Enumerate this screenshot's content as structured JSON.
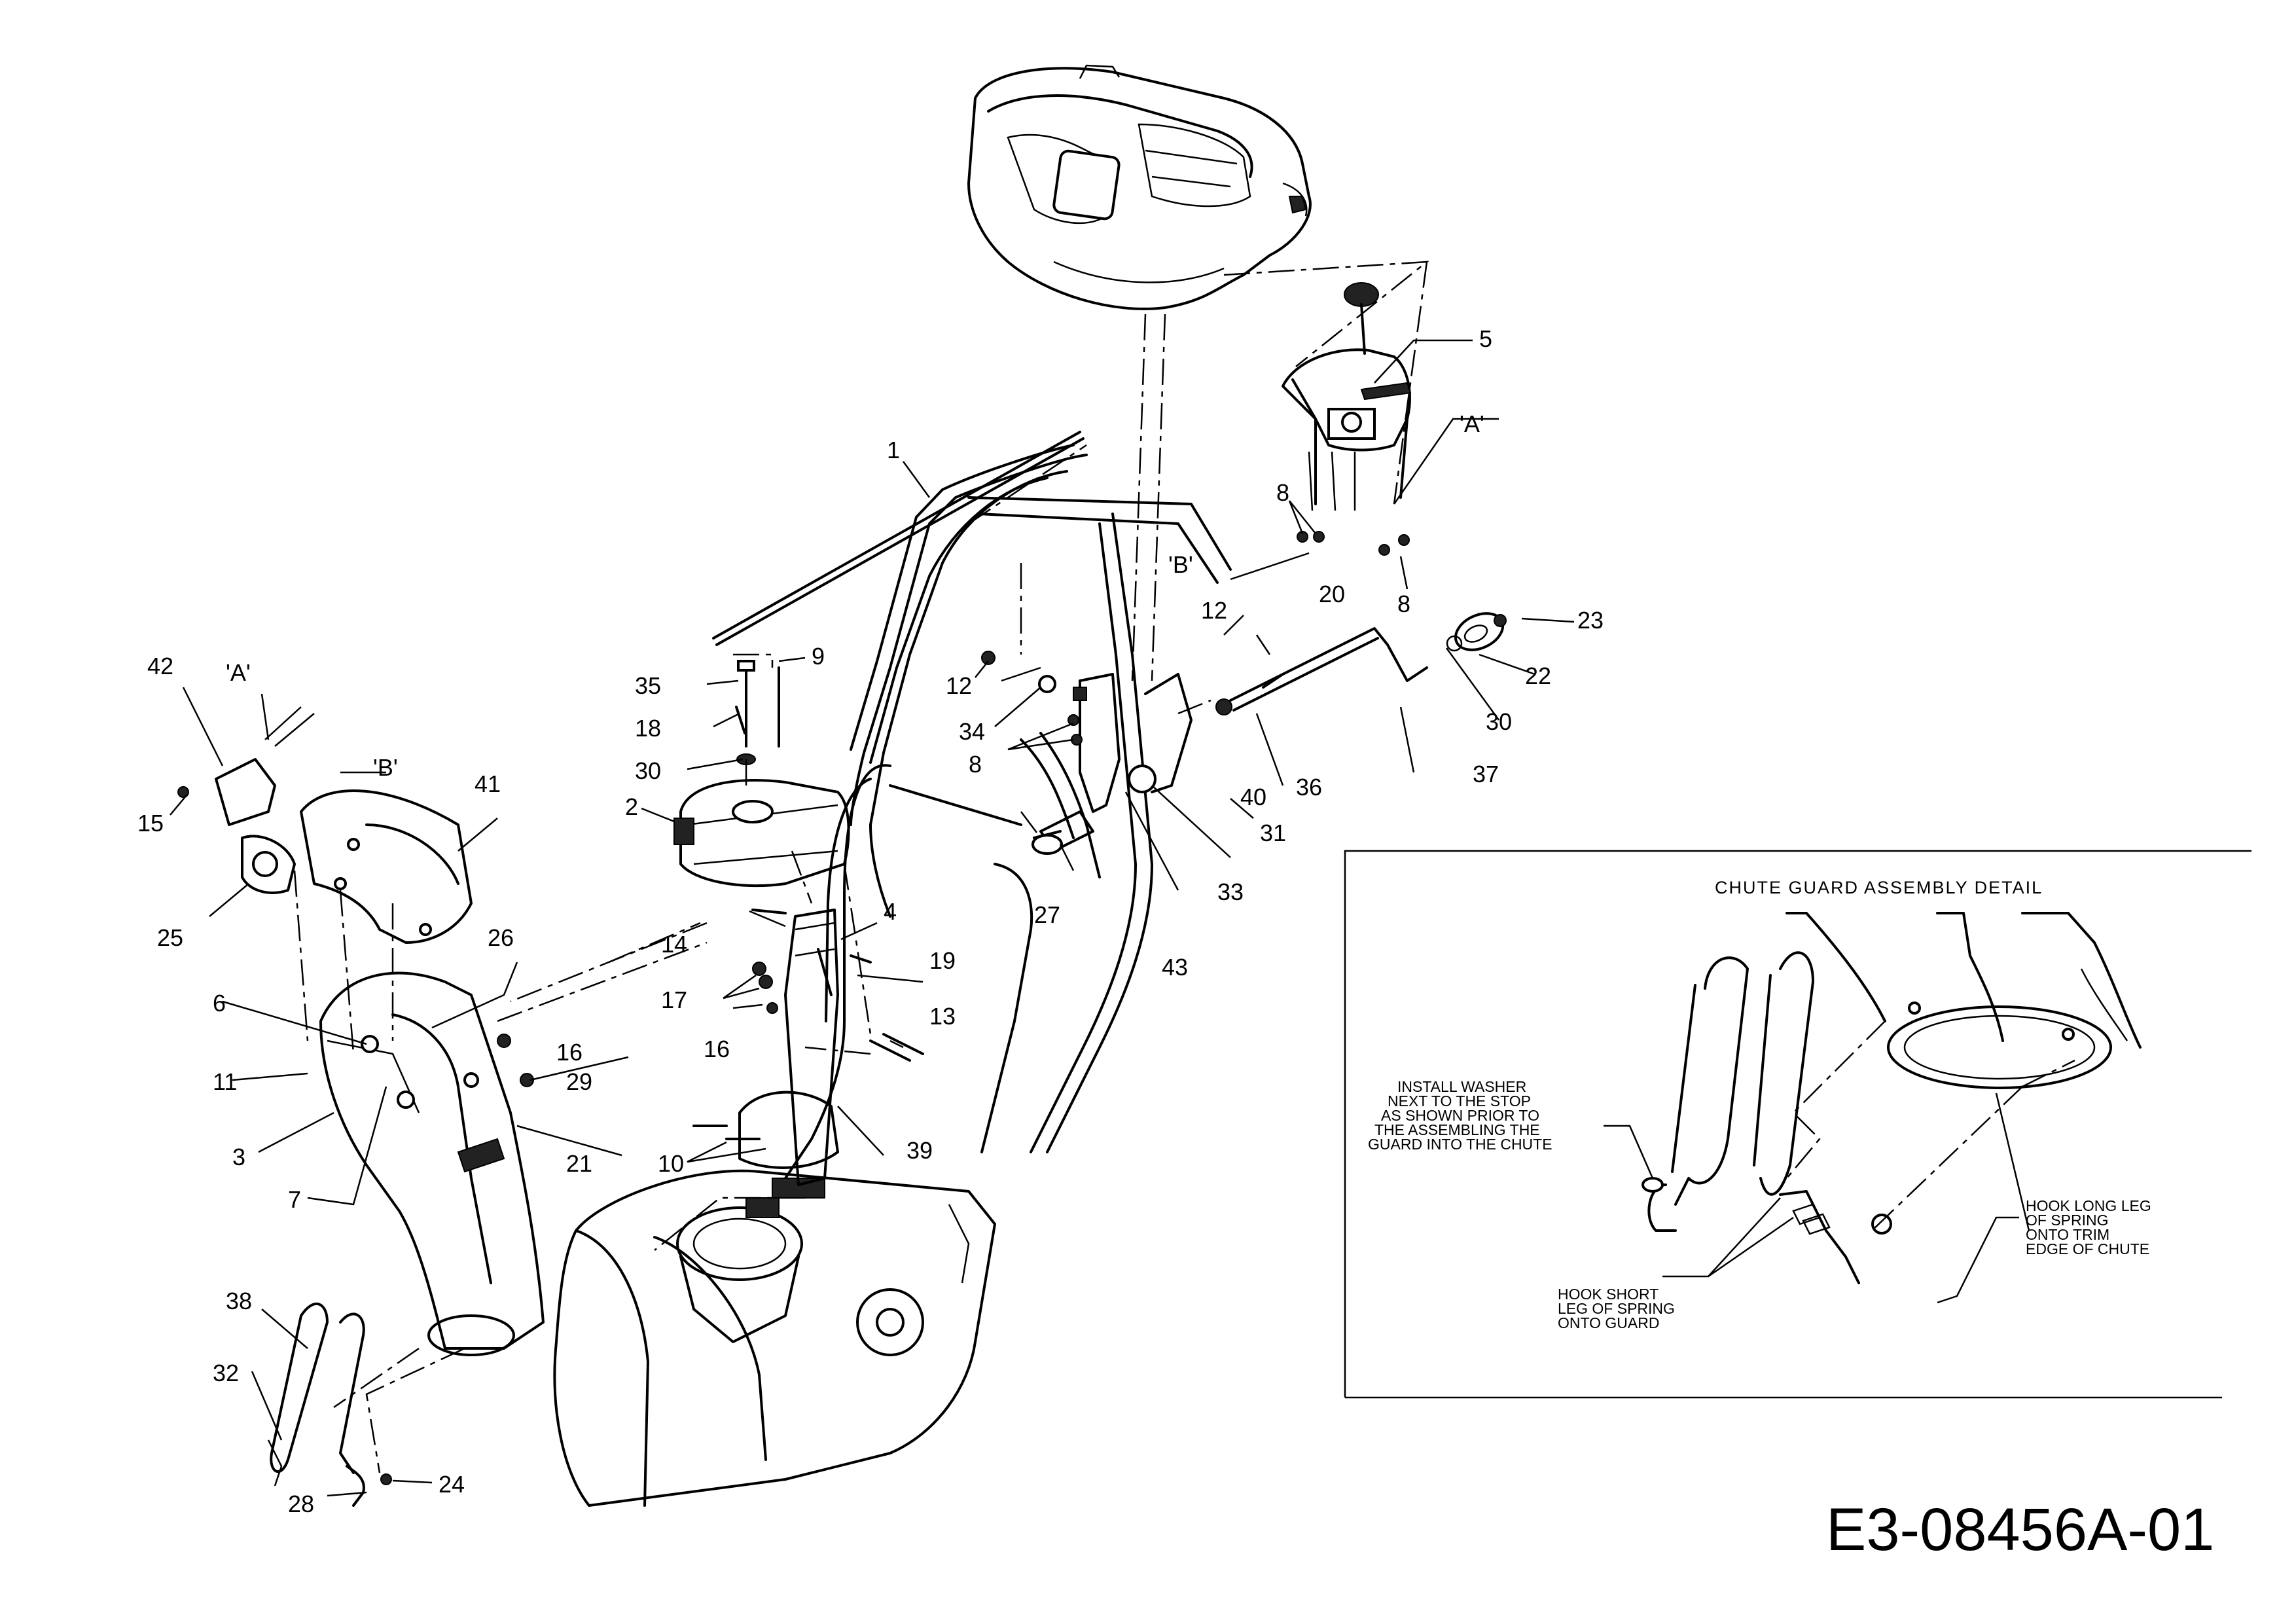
{
  "callouts": {
    "c1": "1",
    "c2": "2",
    "c3": "3",
    "c4": "4",
    "c5": "5",
    "c6": "6",
    "c7": "7",
    "c8a": "8",
    "c8b": "8",
    "c8c": "8",
    "c9": "9",
    "c10": "10",
    "c11": "11",
    "c12a": "12",
    "c12b": "12",
    "c13": "13",
    "c14": "14",
    "c15": "15",
    "c16a": "16",
    "c16b": "16",
    "c17": "17",
    "c18": "18",
    "c19": "19",
    "c20": "20",
    "c21": "21",
    "c22": "22",
    "c23": "23",
    "c24": "24",
    "c25": "25",
    "c26": "26",
    "c27": "27",
    "c28": "28",
    "c29": "29",
    "c30a": "30",
    "c30b": "30",
    "c31": "31",
    "c32": "32",
    "c33": "33",
    "c34": "34",
    "c35": "35",
    "c36": "36",
    "c37": "37",
    "c38": "38",
    "c39": "39",
    "c40": "40",
    "c41": "41",
    "c42": "42",
    "c43": "43"
  },
  "refs": {
    "a_top": "'A'",
    "b_top": "'B'",
    "a_left": "'A'",
    "b_left": "'B'"
  },
  "detail": {
    "title": "CHUTE GUARD ASSEMBLY DETAIL",
    "note_washer": [
      "INSTALL WASHER",
      "NEXT TO THE STOP",
      "AS SHOWN PRIOR TO",
      "THE ASSEMBLING THE",
      "GUARD INTO THE CHUTE"
    ],
    "note_short_leg": [
      "HOOK SHORT",
      "LEG OF SPRING",
      "ONTO GUARD"
    ],
    "note_long_leg": [
      "HOOK LONG LEG",
      "OF SPRING",
      "ONTO TRIM",
      "EDGE OF CHUTE"
    ]
  },
  "doc_code": "E3-08456A-01"
}
